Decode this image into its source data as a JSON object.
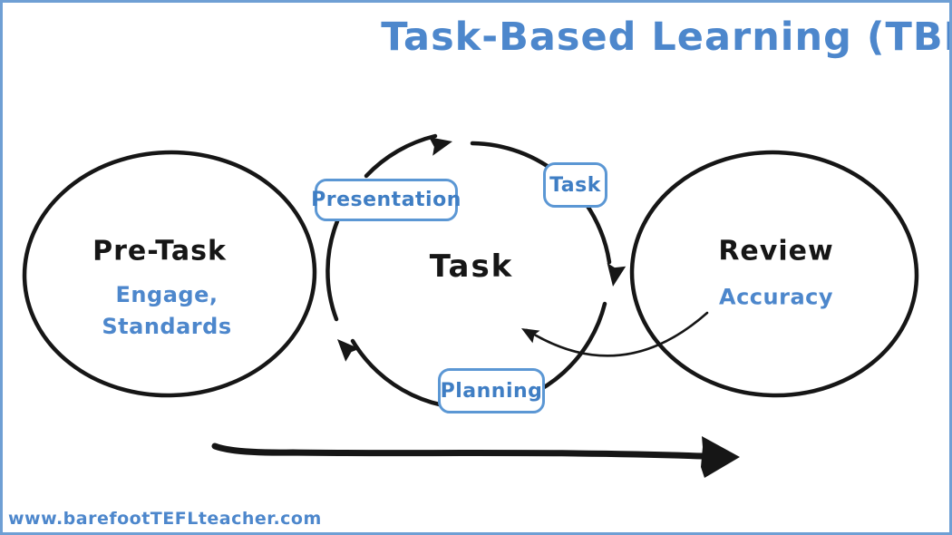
{
  "title": "Task-Based Learning (TBL)",
  "watermark": "www.barefootTEFLteacher.com",
  "colors": {
    "accent_blue": "#4d87cc",
    "box_border_blue": "#5b97d4",
    "frame_border_blue": "#6f9fd4",
    "ink_black": "#161616"
  },
  "stages": {
    "pre_task": {
      "title": "Pre-Task",
      "subtitle_line1": "Engage,",
      "subtitle_line2": "Standards"
    },
    "task_cycle": {
      "center_label": "Task",
      "steps": [
        {
          "label": "Presentation"
        },
        {
          "label": "Task"
        },
        {
          "label": "Planning"
        }
      ]
    },
    "review": {
      "title": "Review",
      "subtitle": "Accuracy"
    }
  }
}
